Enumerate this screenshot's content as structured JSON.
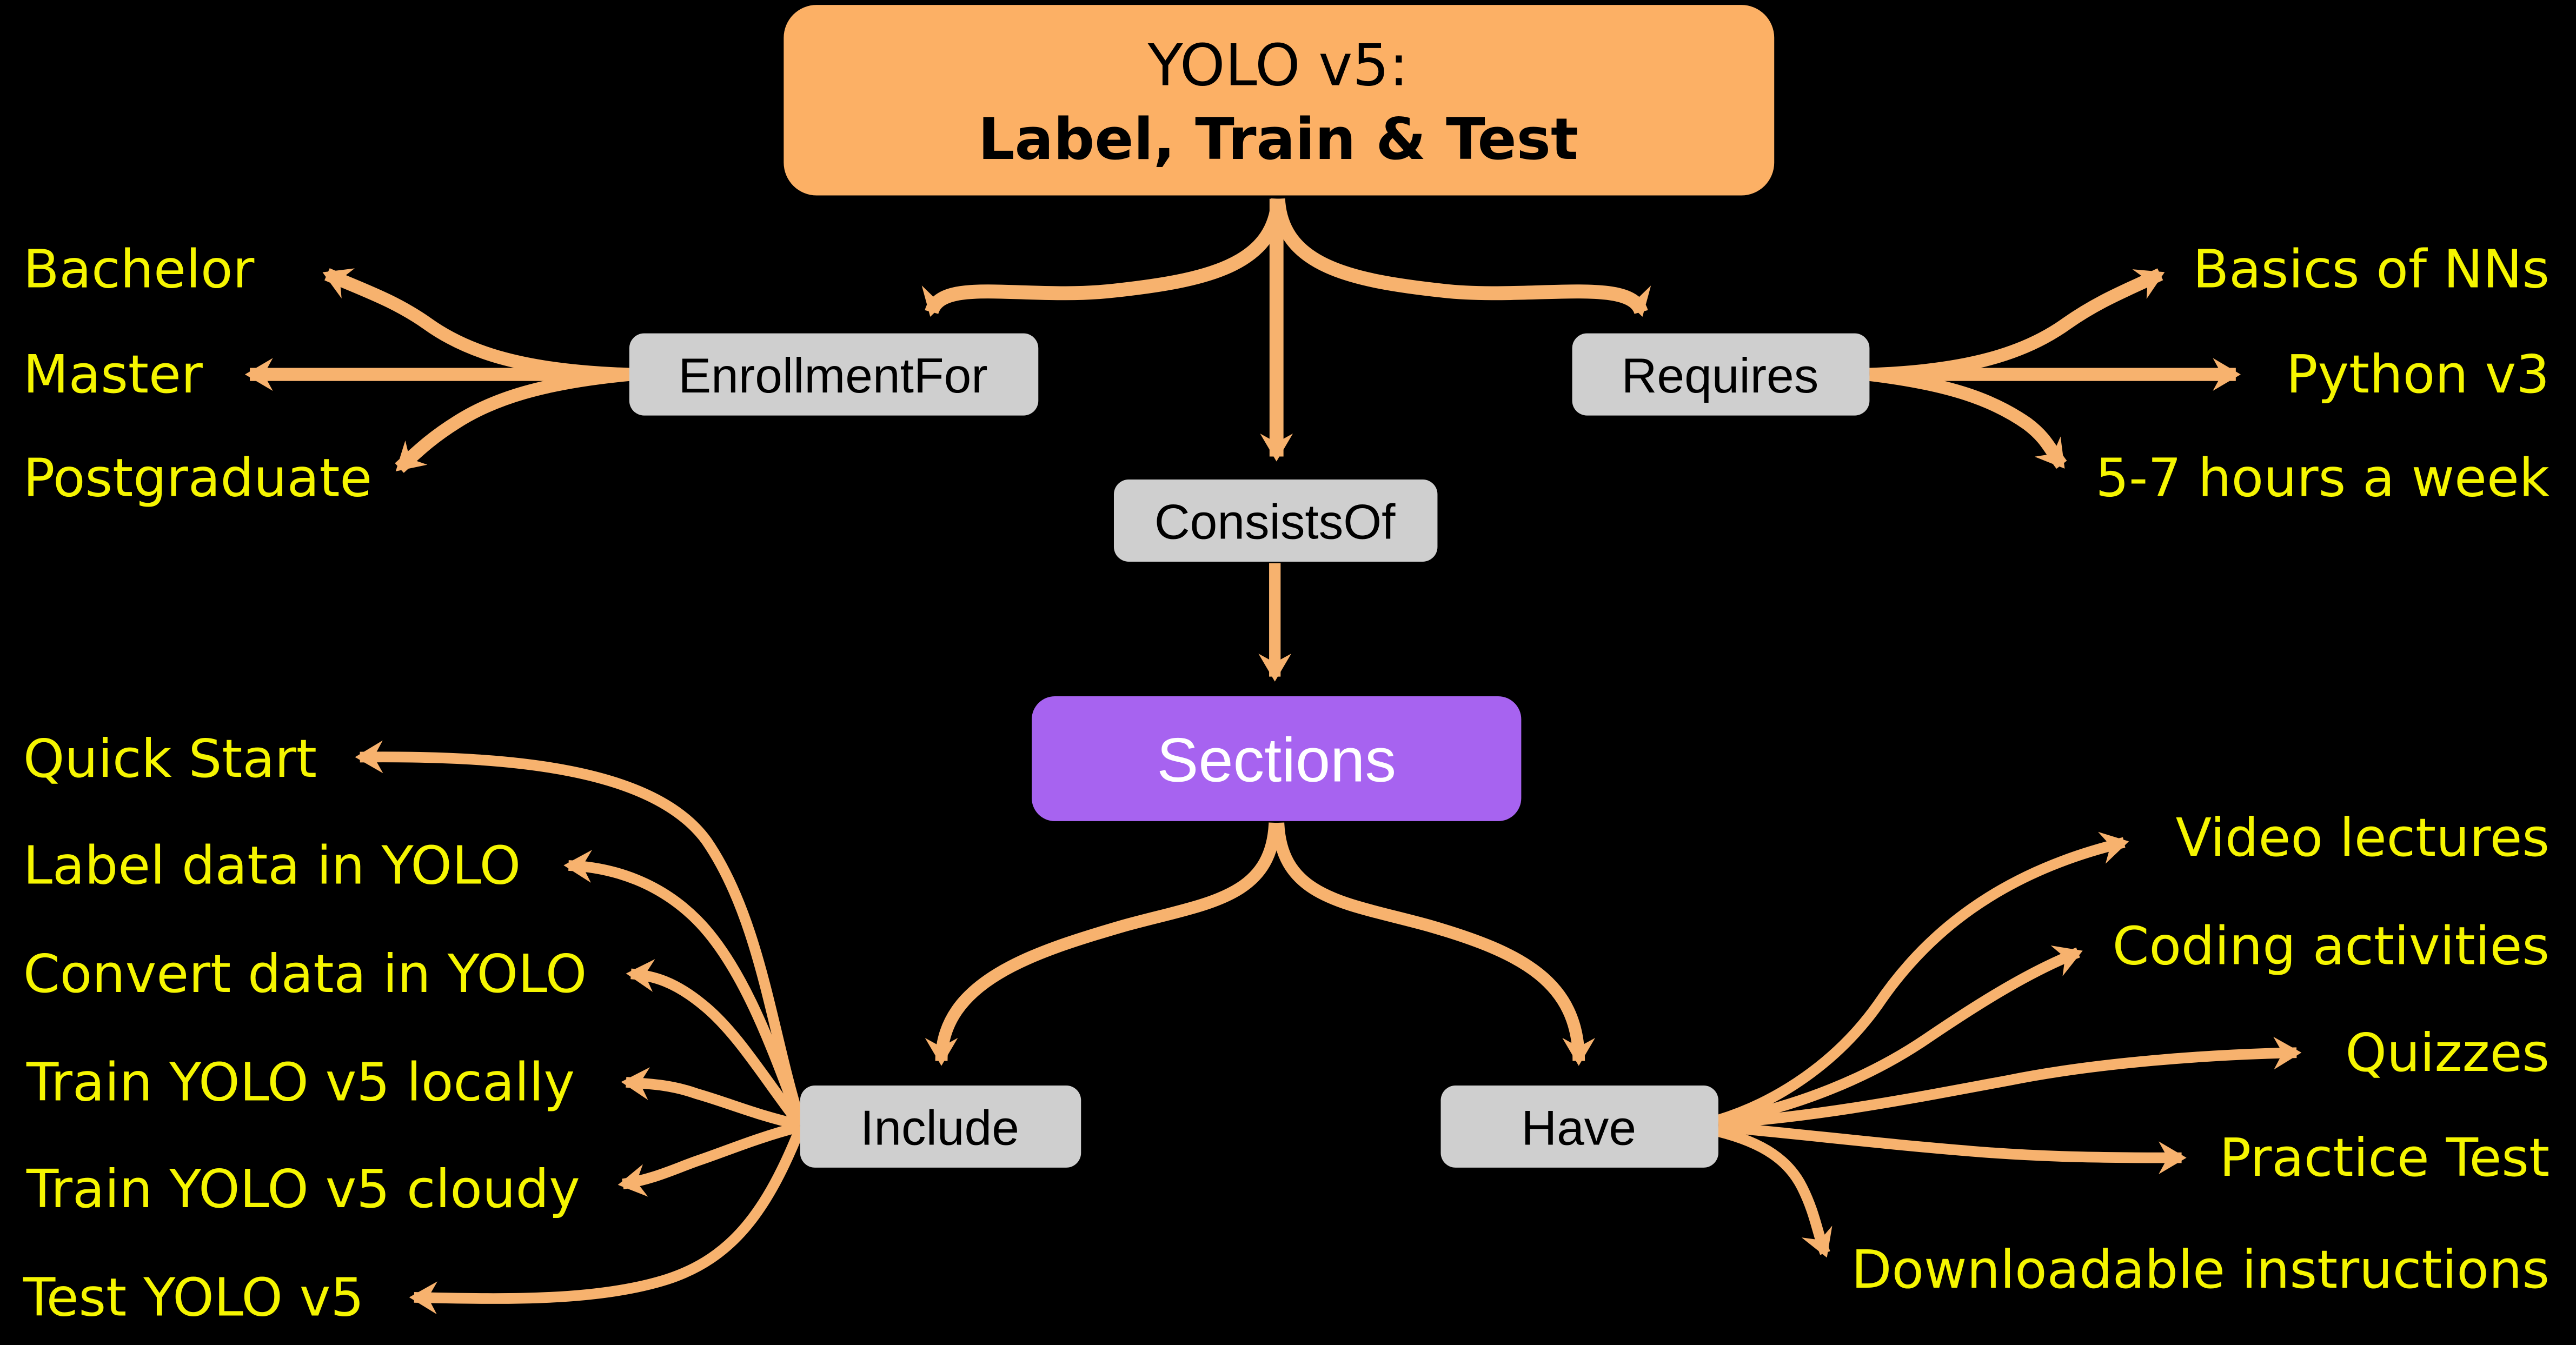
{
  "title": {
    "line1": "YOLO v5:",
    "line2": "Label, Train & Test"
  },
  "connectors": {
    "enrollment_for": "EnrollmentFor",
    "requires": "Requires",
    "consists_of": "ConsistsOf",
    "include": "Include",
    "have": "Have"
  },
  "sections": "Sections",
  "enrollment_for_targets": [
    "Bachelor",
    "Master",
    "Postgraduate"
  ],
  "requires_targets": [
    "Basics of NNs",
    "Python v3",
    "5-7 hours a week"
  ],
  "include_targets": [
    "Quick Start",
    "Label data in YOLO",
    "Convert data in YOLO",
    "Train YOLO v5 locally",
    "Train YOLO v5 cloudy",
    "Test YOLO v5"
  ],
  "have_targets": [
    "Video lectures",
    "Coding activities",
    "Quizzes",
    "Practice Test",
    "Downloadable instructions"
  ],
  "colors": {
    "background": "#000000",
    "root_node": "#FCB065",
    "root_text": "#000000",
    "connector_node": "#CFCFCF",
    "connector_text": "#000000",
    "sections_node": "#A763F0",
    "sections_text": "#FFFFFF",
    "edge": "#F7B26E",
    "leaf_text": "#F5F500"
  }
}
